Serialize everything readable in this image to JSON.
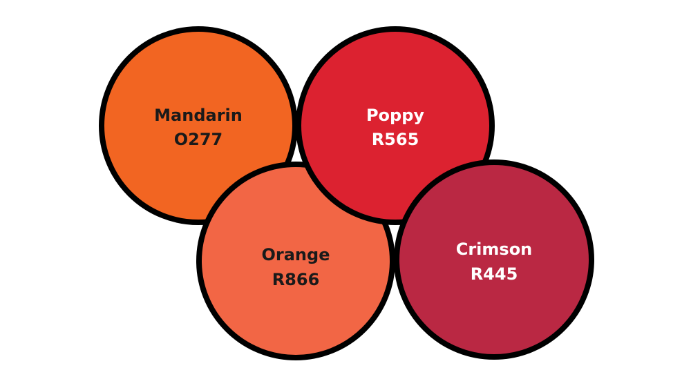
{
  "swatches": [
    {
      "name": "Mandarin",
      "code": "O277",
      "color": "#F26522",
      "text_color": "#1a1a1a"
    },
    {
      "name": "Orange",
      "code": "R866",
      "color": "#F26645",
      "text_color": "#1a1a1a"
    },
    {
      "name": "Poppy",
      "code": "R565",
      "color": "#DC2230",
      "text_color": "#ffffff"
    },
    {
      "name": "Crimson",
      "code": "R445",
      "color": "#BA2843",
      "text_color": "#ffffff"
    }
  ]
}
